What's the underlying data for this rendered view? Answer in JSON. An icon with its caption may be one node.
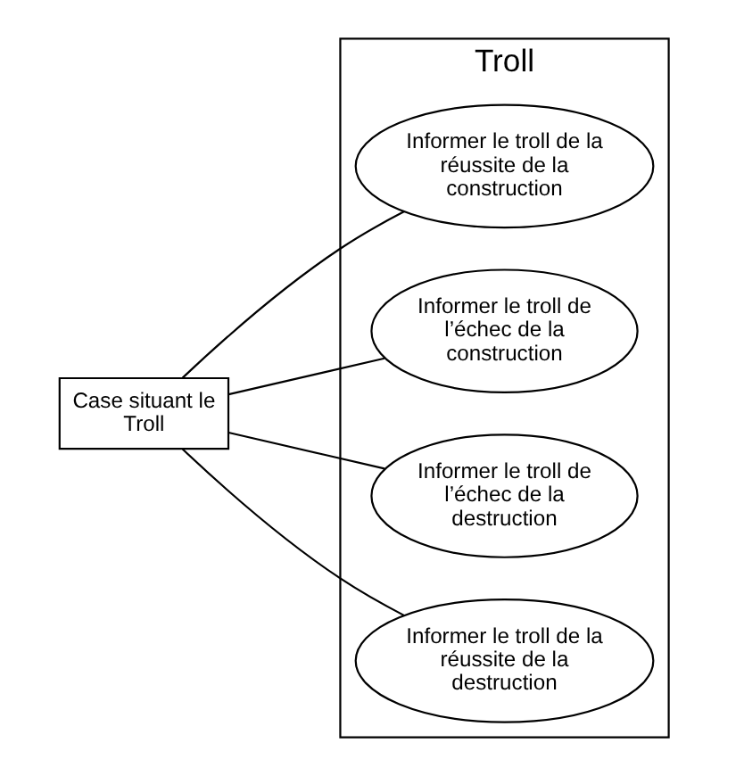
{
  "diagram": {
    "nodes": [
      {
        "text": [
          "Troll"
        ]
      },
      {
        "text": [
          "Case situant le Troll"
        ]
      },
      {
        "text": [
          "Informer le troll de la réussite de la construction"
        ],
        "in": 0
      },
      {
        "text": [
          "Informer le troll de l’échec de la construction"
        ],
        "in": 0
      },
      {
        "text": [
          "Informer le troll de l’échec de la destruction"
        ],
        "in": 0
      },
      {
        "text": [
          "Informer le troll de la réussite de la destruction"
        ],
        "in": 0
      }
    ],
    "edges": [
      {
        "from": 1,
        "to": 2,
        "arrow": "none"
      },
      {
        "from": 1,
        "to": 3,
        "arrow": "none"
      },
      {
        "from": 1,
        "to": 4,
        "arrow": "none"
      },
      {
        "from": 1,
        "to": 5,
        "arrow": "none"
      }
    ]
  }
}
